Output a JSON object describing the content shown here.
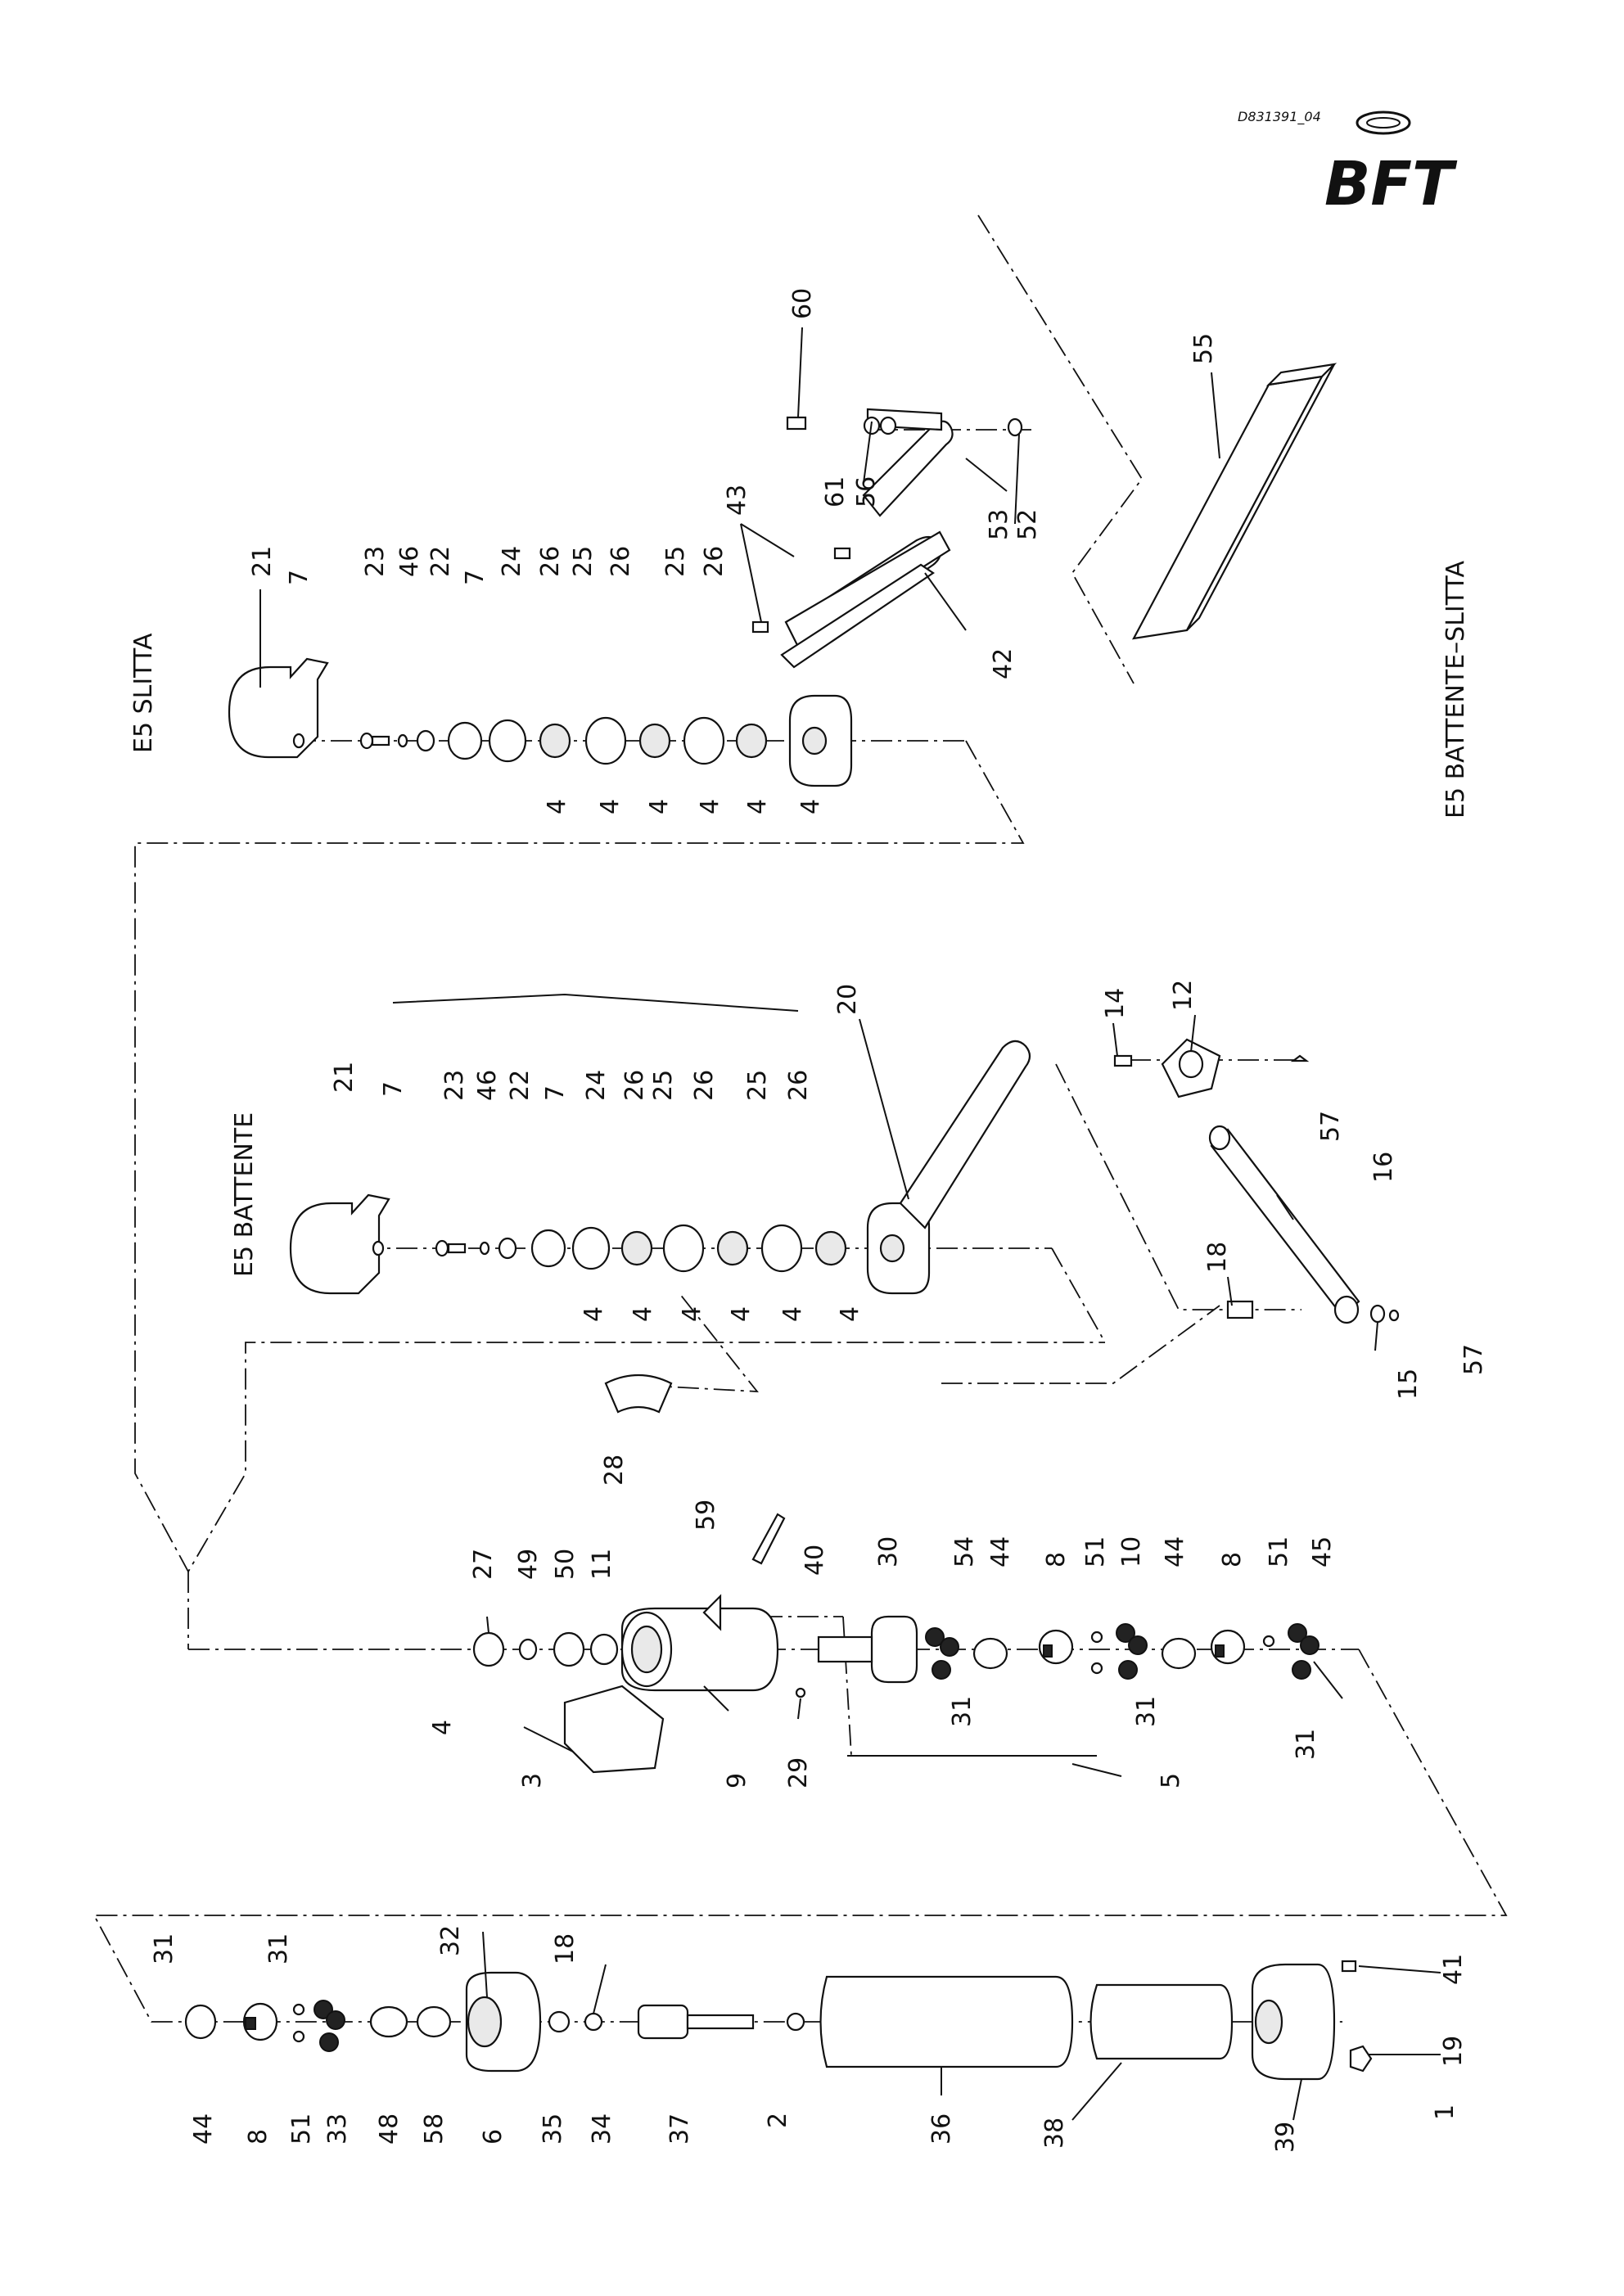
{
  "drawing": {
    "code": "D831391_04",
    "logo_text": "BFT",
    "titles": {
      "slitta": "E5 SLITTA",
      "battente": "E5 BATTENTE",
      "battente_slitta": "E5 BATTENTE–SLITTA"
    }
  },
  "callouts": {
    "slitta_top": [
      "21",
      "7",
      "23",
      "46",
      "22",
      "7",
      "24",
      "26",
      "25",
      "26",
      "25",
      "26"
    ],
    "slitta_bottom": [
      "4",
      "4",
      "4",
      "4",
      "4",
      "4"
    ],
    "slitta_arm": [
      "60",
      "61",
      "56",
      "53",
      "52",
      "43",
      "42",
      "55"
    ],
    "battente_top": [
      "21",
      "7",
      "23",
      "46",
      "22",
      "7",
      "24",
      "26",
      "25",
      "26",
      "25",
      "26",
      "20"
    ],
    "battente_bottom": [
      "4",
      "4",
      "4",
      "4",
      "4",
      "4"
    ],
    "battente_arm": [
      "14",
      "12",
      "57",
      "16",
      "18",
      "15",
      "57"
    ],
    "center": [
      "27",
      "49",
      "50",
      "11",
      "59",
      "40",
      "30",
      "54",
      "44",
      "8",
      "51",
      "10",
      "44",
      "8",
      "51",
      "45",
      "4",
      "3",
      "9",
      "29",
      "5",
      "31",
      "31",
      "31",
      "28"
    ],
    "motor": [
      "31",
      "32",
      "18",
      "44",
      "8",
      "51",
      "33",
      "31",
      "48",
      "58",
      "6",
      "35",
      "34",
      "37",
      "2",
      "36",
      "38",
      "39",
      "41",
      "19",
      "1"
    ]
  },
  "colors": {
    "ink": "#111111",
    "paper": "#ffffff",
    "shade": "#e9e9e9"
  }
}
